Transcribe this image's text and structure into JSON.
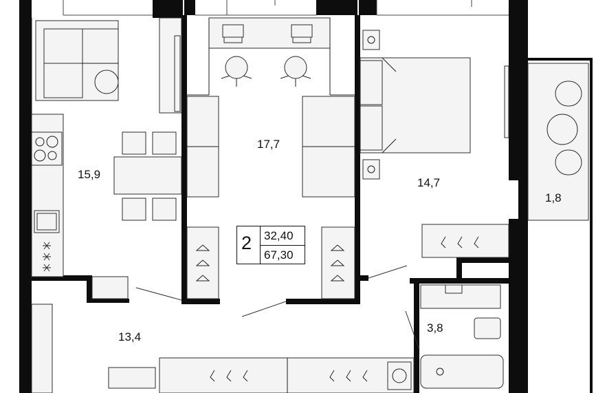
{
  "rooms": [
    {
      "id": "kitchen",
      "area": "15,9"
    },
    {
      "id": "office",
      "area": "17,7"
    },
    {
      "id": "bedroom",
      "area": "14,7"
    },
    {
      "id": "balcony",
      "area": "1,8"
    },
    {
      "id": "hallway",
      "area": "13,4"
    },
    {
      "id": "bathroom",
      "area": "3,8"
    }
  ],
  "summary": {
    "room_count": "2",
    "living_area": "32,40",
    "total_area": "67,30"
  }
}
